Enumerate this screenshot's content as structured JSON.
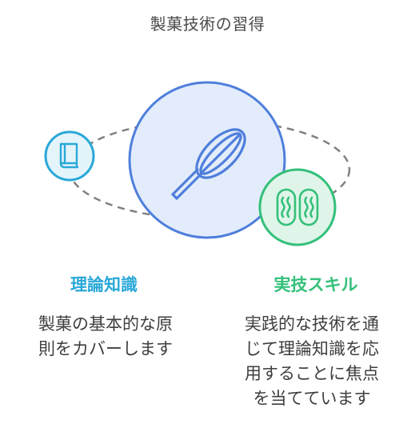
{
  "title": "製菓技術の習得",
  "colors": {
    "knowledge": "#29a8d8",
    "skill": "#34c07a",
    "center_stroke": "#4f7fdc",
    "center_fill": "#e3ecfb",
    "orbit": "#808080"
  },
  "center": {
    "icon": "whisk-icon"
  },
  "knowledge": {
    "icon": "book-icon",
    "heading": "理論知識",
    "description_lines": [
      "製菓の基本的な原",
      "則をカバーします"
    ]
  },
  "skill": {
    "icon": "hands-icon",
    "heading": "実技スキル",
    "description_lines": [
      "実践的な技術を通",
      "じて理論知識を応",
      "用することに焦点",
      "を当てています"
    ]
  }
}
